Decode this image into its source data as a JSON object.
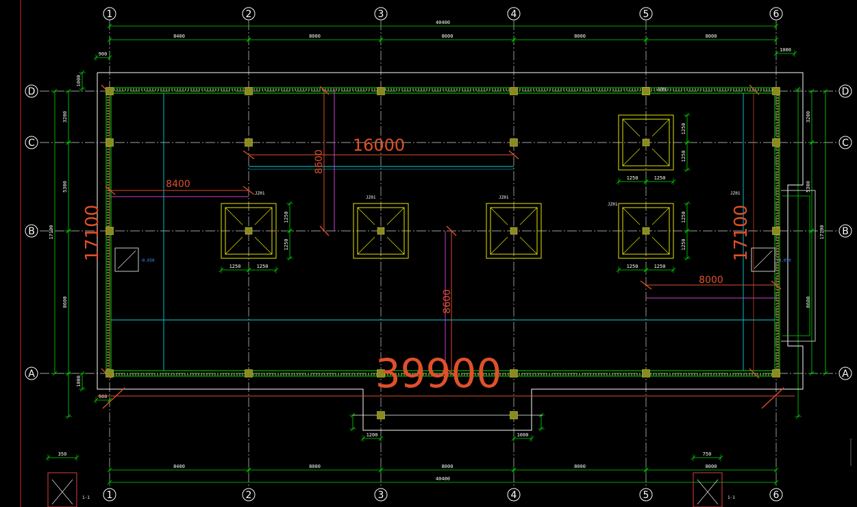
{
  "colors": {
    "background": "#000000",
    "grid_axis": "#ffffff",
    "dimension": "#00e000",
    "slab_edge": "#ffffff",
    "foundation": "#e8e800",
    "beam_red": "#e0502a",
    "beam_magenta": "#d040d0",
    "beam_cyan": "#00d8e8",
    "column": "#8a8a20"
  },
  "axes": {
    "columns": [
      "1",
      "2",
      "3",
      "4",
      "5",
      "6"
    ],
    "rows": [
      "D",
      "C",
      "B",
      "A"
    ]
  },
  "dimensions": {
    "top_spans": [
      "8400",
      "8000",
      "8000",
      "8000",
      "8000"
    ],
    "top_total": "40400",
    "bottom_spans": [
      "8400",
      "8000",
      "8000",
      "8000",
      "8000"
    ],
    "bottom_total": "40400",
    "left_spans": [
      "3200",
      "5300",
      "8600"
    ],
    "left_total": "17100",
    "right_spans": [
      "3200",
      "5300",
      "8600"
    ],
    "right_total": "17100",
    "small_offsets": [
      "900",
      "1000",
      "900",
      "1000",
      "1000",
      "1200",
      "1000",
      "750",
      "350"
    ]
  },
  "annotations": {
    "big_labels": [
      "16000",
      "8400",
      "8000",
      "8600",
      "8600",
      "17100",
      "17100",
      "39900"
    ],
    "footing_tags": [
      "JZ01",
      "JZ01",
      "JZ01",
      "JZ01",
      "JZ01",
      "JZ01"
    ],
    "elevation_tags": [
      "-0.050",
      "-0.050"
    ],
    "section_tags": [
      "1-1",
      "1-1"
    ]
  }
}
